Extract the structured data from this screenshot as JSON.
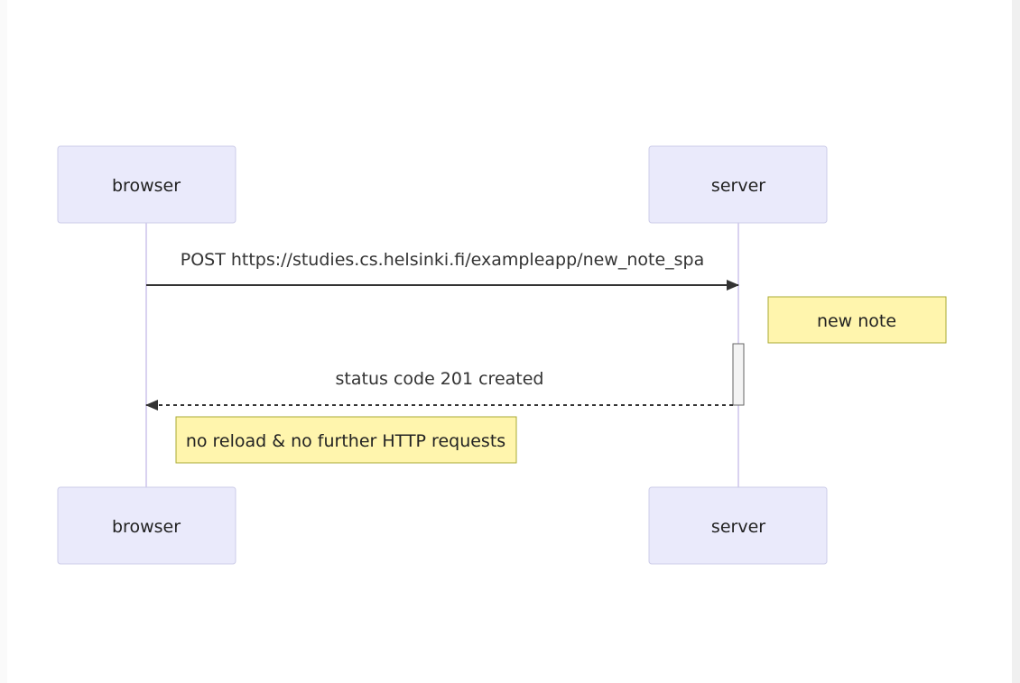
{
  "diagram": {
    "type": "sequence",
    "participants": [
      {
        "id": "browser",
        "label": "browser"
      },
      {
        "id": "server",
        "label": "server"
      }
    ],
    "messages": [
      {
        "from": "browser",
        "to": "server",
        "label": "POST https://studies.cs.helsinki.fi/exampleapp/new_note_spa",
        "style": "solid"
      },
      {
        "from": "server",
        "to": "browser",
        "label": "status code 201 created",
        "style": "dashed"
      }
    ],
    "notes": [
      {
        "over": "server",
        "placement": "right of",
        "label": "new note"
      },
      {
        "over": "browser",
        "placement": "right of",
        "label": "no reload & no further HTTP requests"
      }
    ]
  },
  "colors": {
    "actor_fill": "#eaeafb",
    "actor_stroke": "#cccce8",
    "lifeline": "#d9d2f0",
    "note_fill": "#fff5ad",
    "note_stroke": "#aaaa33",
    "arrow": "#333333",
    "activation_fill": "#f4f4f4",
    "activation_stroke": "#666666"
  }
}
